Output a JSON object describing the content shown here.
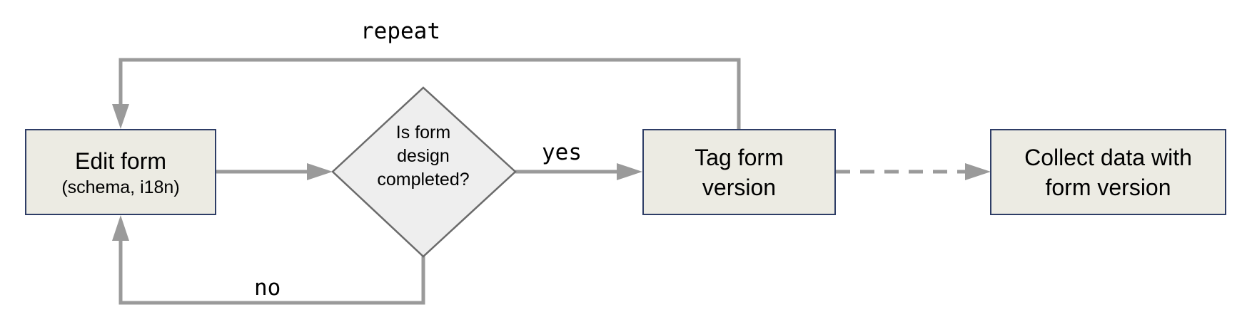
{
  "nodes": {
    "edit_form": {
      "label": "Edit form",
      "sublabel": "(schema, i18n)"
    },
    "decision": {
      "label_line1": "Is form",
      "label_line2": "design",
      "label_line3": "completed?"
    },
    "tag_form": {
      "label_line1": "Tag form",
      "label_line2": "version"
    },
    "collect_data": {
      "label_line1": "Collect data with",
      "label_line2": "form version"
    }
  },
  "edges": {
    "repeat_label": "repeat",
    "yes_label": "yes",
    "no_label": "no"
  },
  "colors": {
    "box_fill": "#ecebe3",
    "box_border": "#2e3d66",
    "diamond_fill": "#eeeeee",
    "diamond_border": "#6b6b6b",
    "arrow": "#9a9a9a"
  }
}
